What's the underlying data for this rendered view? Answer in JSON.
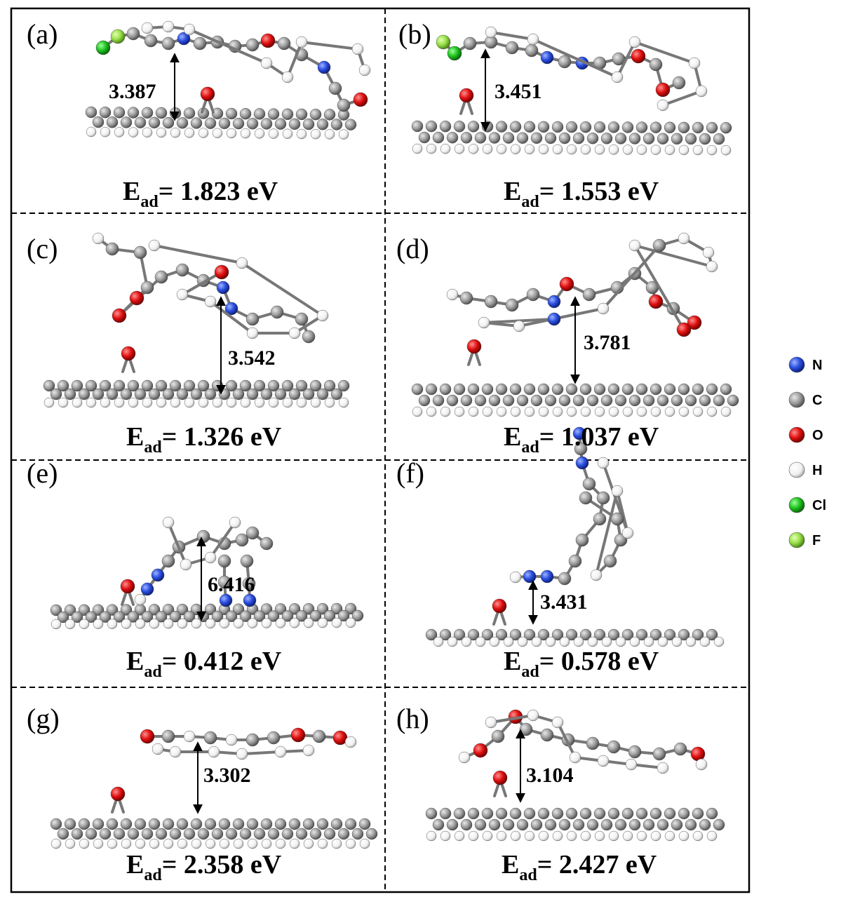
{
  "panels": [
    {
      "id": "a",
      "label": "(a)",
      "distance": "3.387",
      "energy_prefix": "E",
      "energy_sub": "ad",
      "energy_value": "= 1.823 eV"
    },
    {
      "id": "b",
      "label": "(b)",
      "distance": "3.451",
      "energy_prefix": "E",
      "energy_sub": "ad",
      "energy_value": "= 1.553 eV"
    },
    {
      "id": "c",
      "label": "(c)",
      "distance": "3.542",
      "energy_prefix": "E",
      "energy_sub": "ad",
      "energy_value": "= 1.326 eV"
    },
    {
      "id": "d",
      "label": "(d)",
      "distance": "3.781",
      "energy_prefix": "E",
      "energy_sub": "ad",
      "energy_value": "= 1.037 eV"
    },
    {
      "id": "e",
      "label": "(e)",
      "distance": "6.416",
      "energy_prefix": "E",
      "energy_sub": "ad",
      "energy_value": "= 0.412 eV"
    },
    {
      "id": "f",
      "label": "(f)",
      "distance": "3.431",
      "energy_prefix": "E",
      "energy_sub": "ad",
      "energy_value": "= 0.578 eV"
    },
    {
      "id": "g",
      "label": "(g)",
      "distance": "3.302",
      "energy_prefix": "E",
      "energy_sub": "ad",
      "energy_value": "= 2.358 eV"
    },
    {
      "id": "h",
      "label": "(h)",
      "distance": "3.104",
      "energy_prefix": "E",
      "energy_sub": "ad",
      "energy_value": "= 2.427 eV"
    }
  ],
  "legend": [
    {
      "symbol": "N",
      "color": "#2a4ee0"
    },
    {
      "symbol": "C",
      "color": "#8f8f8f"
    },
    {
      "symbol": "O",
      "color": "#e01010"
    },
    {
      "symbol": "H",
      "color": "#f4f4f4"
    },
    {
      "symbol": "Cl",
      "color": "#1fc41f"
    },
    {
      "symbol": "F",
      "color": "#9ae04a"
    }
  ]
}
